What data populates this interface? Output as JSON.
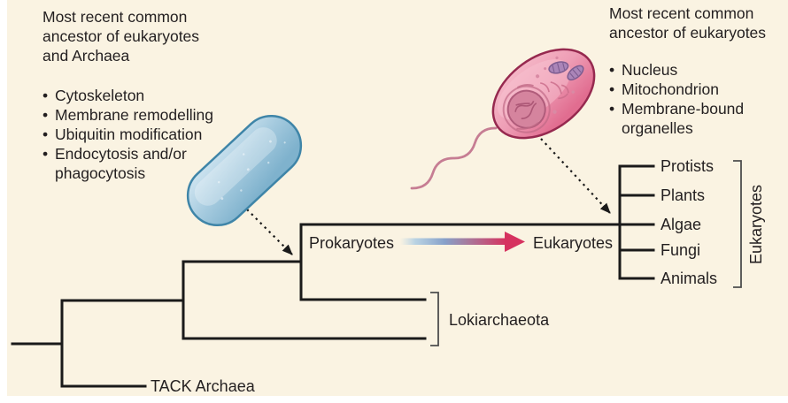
{
  "figure": {
    "background_color": "#faf3e2",
    "margin_color": "#ffffff"
  },
  "glyphs": {
    "bullet": "•"
  },
  "annotations": {
    "left": {
      "title_lines": [
        "Most recent common",
        "ancestor of eukaryotes",
        "and Archaea"
      ],
      "bullets": [
        "Cytoskeleton",
        "Membrane remodelling",
        "Ubiquitin modification",
        "Endocytosis and/or phagocytosis"
      ]
    },
    "right": {
      "title_lines": [
        "Most recent common",
        "ancestor of eukaryotes"
      ],
      "bullets": [
        "Nucleus",
        "Mitochondrion",
        "Membrane-bound organelles"
      ]
    }
  },
  "tree": {
    "transition_from": "Prokaryotes",
    "transition_to": "Eukaryotes",
    "tack_label": "TACK Archaea",
    "loki_label": "Lokiarchaeota",
    "eukaryotes_bracket_label": "Eukaryotes",
    "eukaryote_branches": [
      "Protists",
      "Plants",
      "Algae",
      "Fungi",
      "Animals"
    ],
    "colors": {
      "tree_line": "#1a1a1a",
      "bracket": "#4d4d4d",
      "arrow_gradient_start": "#aecbe2",
      "arrow_gradient_end": "#d6325f",
      "prokaryote_cell_fill": "#a6cbdf",
      "prokaryote_cell_stroke": "#3f85a8",
      "eukaryote_cell_fill": "#ee9db5",
      "eukaryote_cell_stroke": "#96294f"
    }
  }
}
